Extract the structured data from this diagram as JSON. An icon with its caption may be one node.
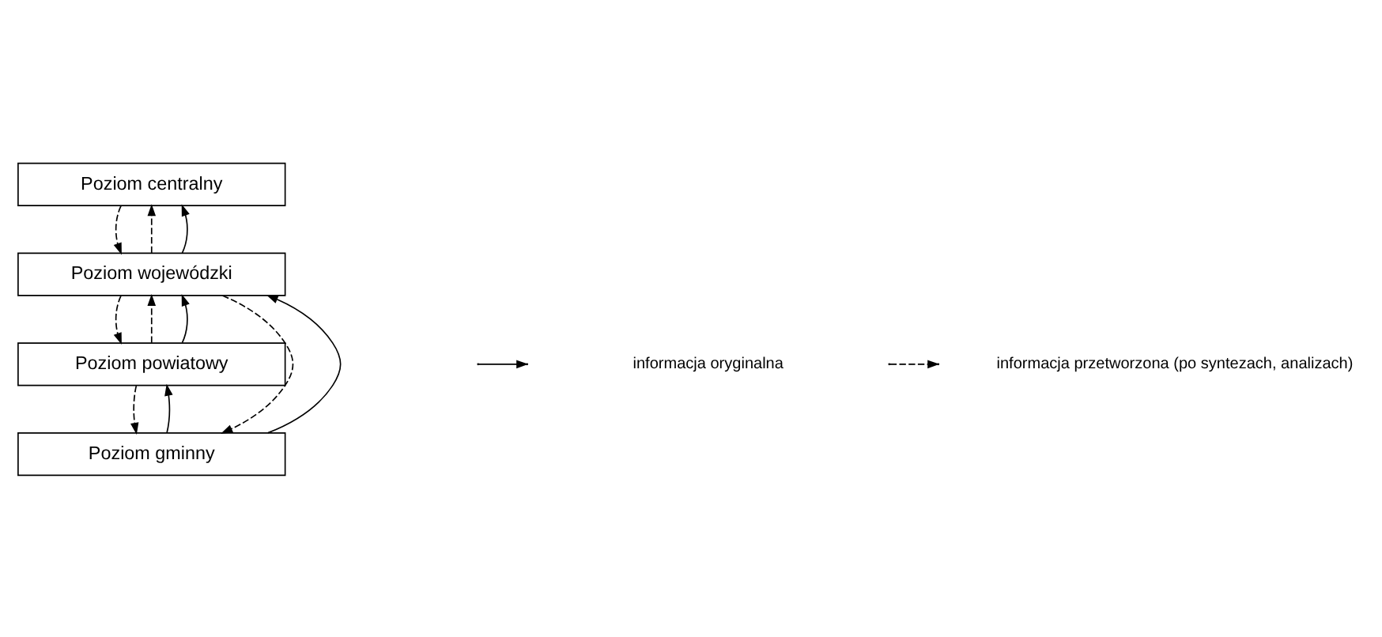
{
  "diagram": {
    "nodes": [
      {
        "text": [
          "Poziom centralny"
        ]
      },
      {
        "text": [
          "Poziom wojewódzki"
        ]
      },
      {
        "text": [
          "Poziom powiatowy"
        ]
      },
      {
        "text": [
          "Poziom gminny"
        ]
      }
    ],
    "edges": [
      {
        "from": 0,
        "to": 1,
        "arrow": "to",
        "style": "dashed"
      },
      {
        "from": 1,
        "to": 0,
        "arrow": "to",
        "style": "dashed"
      },
      {
        "from": 1,
        "to": 0,
        "arrow": "to"
      },
      {
        "from": 1,
        "to": 3,
        "arrow": "to",
        "style": "dashed"
      },
      {
        "from": 1,
        "to": 2,
        "arrow": "to",
        "style": "dashed"
      },
      {
        "from": 2,
        "to": 1,
        "arrow": "to",
        "style": "dashed"
      },
      {
        "from": 2,
        "to": 1,
        "arrow": "to"
      },
      {
        "from": 2,
        "to": 3,
        "arrow": "to",
        "style": "dashed"
      },
      {
        "from": 3,
        "to": 2,
        "arrow": "to"
      },
      {
        "from": 3,
        "to": 1,
        "arrow": "to"
      }
    ],
    "legend": [
      {
        "text": "informacja oryginalna"
      },
      {
        "text": "informacja przetworzona (po syntezach, analizach)"
      }
    ]
  }
}
